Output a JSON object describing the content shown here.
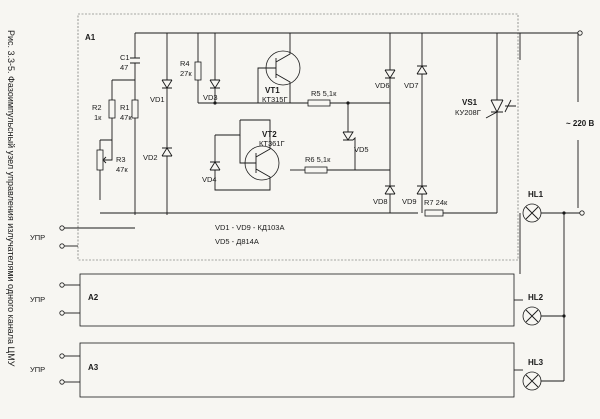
{
  "caption": "Рис. 3.3-5. Фазоимпульсный узел управления излучателями одного канала ЦМУ",
  "blocks": {
    "a1": "A1",
    "a2": "A2",
    "a3": "A3"
  },
  "components": {
    "c1": "C1",
    "c1_val": "47",
    "r1": "R1",
    "r1_val": "47к",
    "r2": "R2",
    "r2_val": "1к",
    "r3": "R3",
    "r3_val": "47к",
    "r4": "R4",
    "r4_val": "27к",
    "r5": "R5 5,1к",
    "r6": "R6 5,1к",
    "r7": "R7 24к",
    "vt1": "VT1",
    "vt1_type": "КТ315Г",
    "vt2": "VT2",
    "vt2_type": "КТ361Г",
    "vs1": "VS1",
    "vs1_type": "КУ208Г",
    "vd1": "VD1",
    "vd2": "VD2",
    "vd3": "VD3",
    "vd4": "VD4",
    "vd5": "VD5",
    "vd6": "VD6",
    "vd7": "VD7",
    "vd8": "VD8",
    "vd9": "VD9",
    "hl1": "HL1",
    "hl2": "HL2",
    "hl3": "HL3"
  },
  "notes": {
    "line1": "VD1 - VD9 - КД103А",
    "line2": "VD5 - Д814А"
  },
  "labels": {
    "upr": "УПР",
    "mains": "~ 220 В"
  }
}
